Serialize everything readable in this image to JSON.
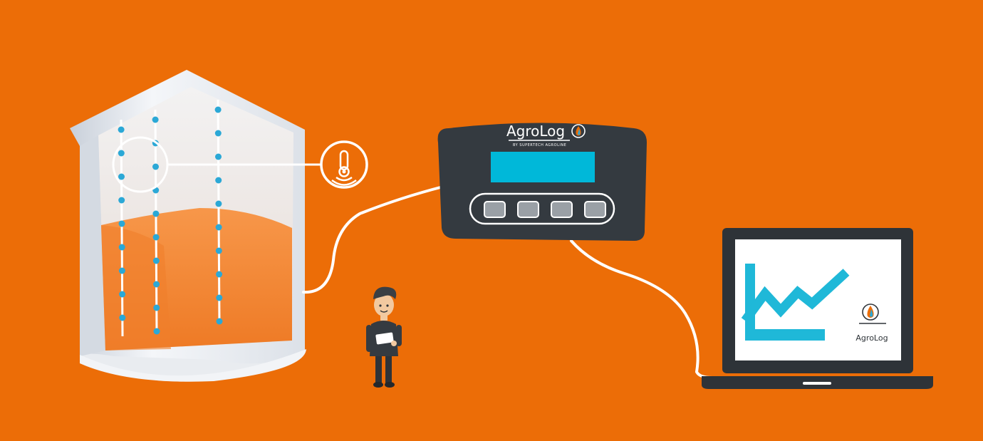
{
  "colors": {
    "background": "#EC6D07",
    "device_body": "#343A40",
    "device_screen": "#00B8D9",
    "sensor_dot": "#2BA8D6",
    "grain": "#F28638",
    "silo_wall": "#E4E8EE",
    "white": "#FFFFFF",
    "chart_line": "#1FB8D8",
    "laptop_frame": "#2E3338"
  },
  "controller": {
    "brand": "AgroLog",
    "tagline": "BY SUPERTECH AGROLINE",
    "logo_icon": "flame-drop-icon",
    "button_count": 4
  },
  "silo": {
    "cable_count": 3,
    "sensor_icon": "thermometer-wireless-icon"
  },
  "laptop": {
    "brand": "AgroLog",
    "logo_icon": "flame-drop-icon",
    "chart_icon": "trend-chart-icon"
  },
  "person": {
    "icon": "person-with-tablet-icon"
  }
}
